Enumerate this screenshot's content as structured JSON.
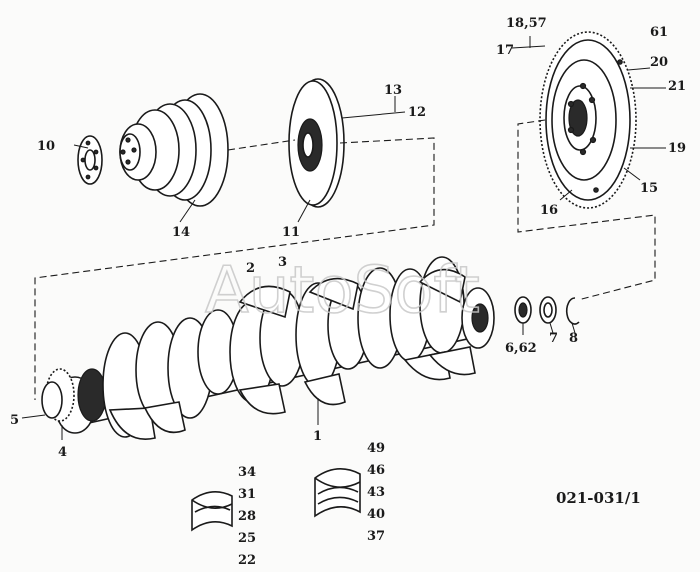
{
  "watermark": "AutoSoft",
  "diagram_code": "021-031/1",
  "callouts": {
    "c1": "1",
    "c2": "2",
    "c3": "3",
    "c4": "4",
    "c5": "5",
    "c6": "6,62",
    "c7": "7",
    "c8": "8",
    "c10": "10",
    "c11": "11",
    "c12": "12",
    "c13": "13",
    "c14": "14",
    "c15": "15",
    "c16": "16",
    "c17": "17",
    "c1857": "18,57",
    "c19": "19",
    "c20": "20",
    "c21": "21",
    "c61": "61",
    "c34": "34",
    "c31": "31",
    "c28": "28",
    "c25": "25",
    "c22": "22",
    "c49": "49",
    "c46": "46",
    "c43": "43",
    "c40": "40",
    "c37": "37"
  }
}
